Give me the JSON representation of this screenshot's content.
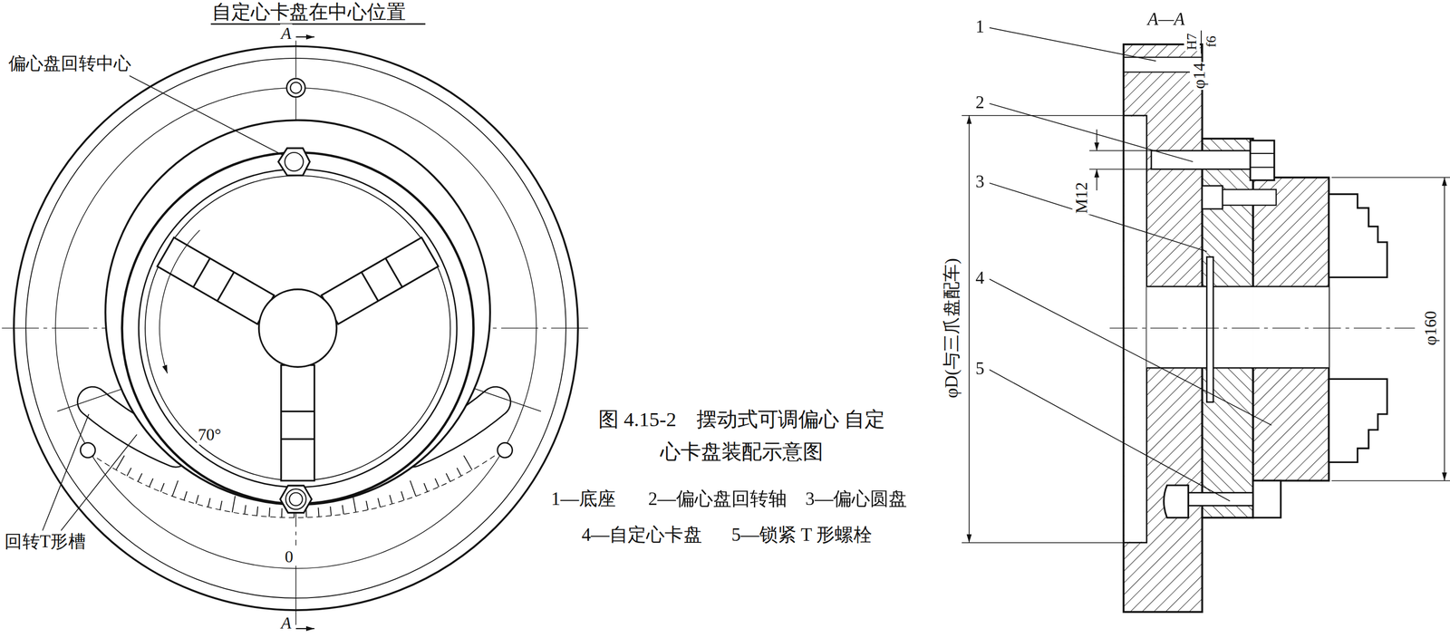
{
  "diagram": {
    "caption": "图 4.15-2　摆动式可调偏心 自定心卡盘装配示意图",
    "labels": [
      "自定心卡盘在中心位置",
      "A",
      "偏心盘回转中心",
      "70°",
      "0",
      "回转T形槽",
      "A",
      "A—A",
      "1",
      "2",
      "3",
      "4",
      "5",
      "φ14",
      "H7",
      "f6",
      "M12",
      "φD(与三爪盘配车)",
      "φ160",
      "1—底座",
      "2—偏心盘回转轴",
      "3—偏心圆盘",
      "4—自定心卡盘",
      "5—锁紧 T 形螺栓"
    ]
  }
}
